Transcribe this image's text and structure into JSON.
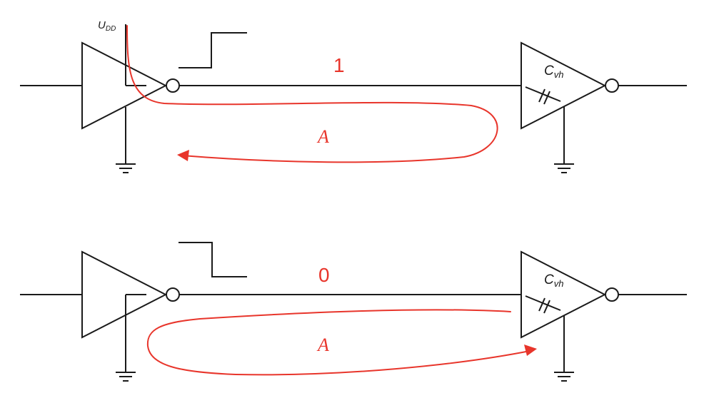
{
  "supply_label": {
    "main": "U",
    "sub": "DD"
  },
  "circuits": [
    {
      "state_label": "1",
      "current_label": "A",
      "capacitance_label": {
        "main": "C",
        "sub": "vh"
      },
      "step": "rising"
    },
    {
      "state_label": "0",
      "current_label": "A",
      "capacitance_label": {
        "main": "C",
        "sub": "vh"
      },
      "step": "falling"
    }
  ],
  "colors": {
    "line": "#1a1a1a",
    "current_path": "#e8352b",
    "background": "#ffffff"
  }
}
